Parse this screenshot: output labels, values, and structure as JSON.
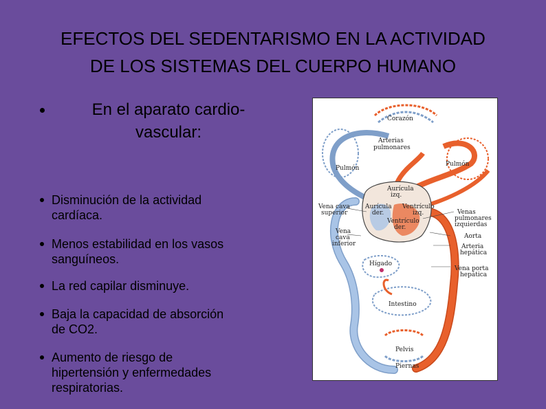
{
  "title": {
    "line1": "EFECTOS DEL SEDENTARISMO EN LA ACTIVIDAD",
    "line2": "DE LOS SISTEMAS DEL CUERPO HUMANO"
  },
  "lead": {
    "line1": "En el aparato cardio-",
    "line2": "vascular:"
  },
  "points": [
    [
      "Disminución de la actividad",
      "cardíaca."
    ],
    [
      "Menos estabilidad en los vasos",
      "sanguíneos."
    ],
    [
      "La red capilar disminuye."
    ],
    [
      "Baja la capacidad de absorción",
      "de CO2."
    ],
    [
      "Aumento de riesgo de",
      "hipertensión y enfermedades",
      "respiratorias."
    ]
  ],
  "diagram": {
    "labels": {
      "corazon": "Corazón",
      "arterias_l1": "Arterias",
      "arterias_l2": "pulmonares",
      "pulmon_izq": "Pulmón",
      "pulmon_der": "Pulmón",
      "auricula_izq_l1": "Aurícula",
      "auricula_izq_l2": "izq.",
      "vena_cava_sup_l1": "Vena cava",
      "vena_cava_sup_l2": "superior",
      "auricula_der_l1": "Aurícula",
      "auricula_der_l2": "der.",
      "ventriculo_izq_l1": "Ventrículo",
      "ventriculo_izq_l2": "izq.",
      "ventriculo_der_l1": "Ventrículo",
      "ventriculo_der_l2": "der.",
      "venas_pulm_l1": "Venas",
      "venas_pulm_l2": "pulmonares",
      "venas_pulm_l3": "izquierdas",
      "vena_cava_inf_l1": "Vena",
      "vena_cava_inf_l2": "cava",
      "vena_cava_inf_l3": "inferior",
      "aorta": "Aorta",
      "arteria_hep_l1": "Arteria",
      "arteria_hep_l2": "hepática",
      "higado": "Hígado",
      "vena_porta_l1": "Vena porta",
      "vena_porta_l2": "hepática",
      "intestino": "Intestino",
      "pelvis": "Pelvis",
      "piernas": "Piernas"
    },
    "colors": {
      "arterial": "#e8602c",
      "venous": "#a9c4e6",
      "venous_stroke": "#7f9fc9",
      "heart": "#f2e6dc"
    }
  }
}
